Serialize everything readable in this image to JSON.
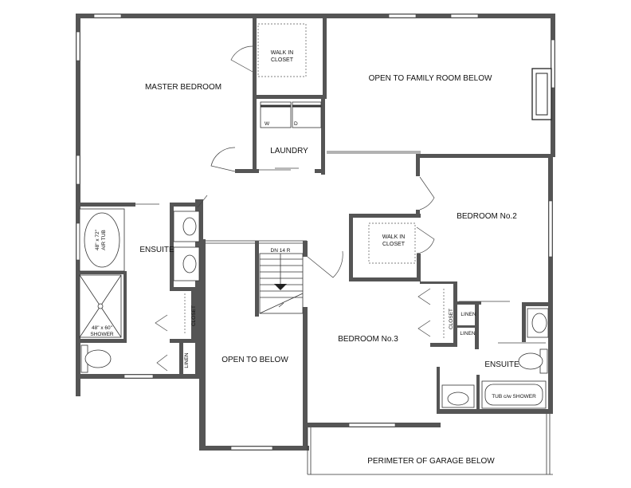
{
  "rooms": {
    "master_bedroom": "MASTER BEDROOM",
    "walk_in_closet_1_l1": "WALK IN",
    "walk_in_closet_1_l2": "CLOSET",
    "open_to_family": "OPEN TO FAMILY ROOM BELOW",
    "laundry": "LAUNDRY",
    "washer": "W",
    "dryer": "D",
    "bedroom2": "BEDROOM No.2",
    "walk_in_closet_2_l1": "WALK IN",
    "walk_in_closet_2_l2": "CLOSET",
    "ensuite_master": "ENSUITE",
    "air_tub_l1": "48\" x 72\"",
    "air_tub_l2": "AIR TUB",
    "shower_l1": "48\" x 60\"",
    "shower_l2": "SHOWER",
    "closet_master": "CLOSET",
    "linen_master": "LINEN",
    "stairs": "DN 14 R",
    "open_to_below": "OPEN TO BELOW",
    "bedroom3": "BEDROOM No.3",
    "closet_b3": "CLOSET",
    "linen_1": "LINEN",
    "linen_2": "LINEN",
    "ensuite_2": "ENSUITE",
    "tub_shower": "TUB c/w SHOWER",
    "garage": "PERIMETER OF GARAGE BELOW"
  }
}
